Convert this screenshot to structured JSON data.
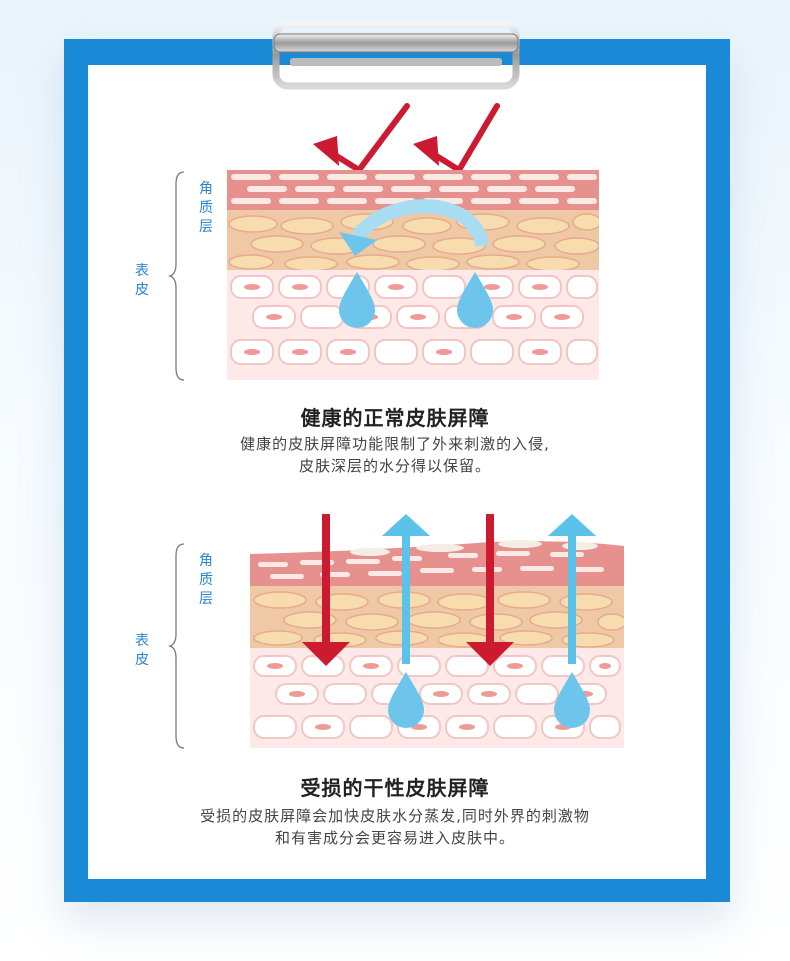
{
  "healthy": {
    "layer_top_label": "角质层",
    "layer_side_label": "表皮",
    "title": "健康的正常皮肤屏障",
    "desc_line1": "健康的皮肤屏障功能限制了外来刺激的入侵,",
    "desc_line2": "皮肤深层的水分得以保留。"
  },
  "damaged": {
    "layer_top_label": "角质层",
    "layer_side_label": "表皮",
    "title": "受损的干性皮肤屏障",
    "desc_line1": "受损的皮肤屏障会加快皮肤水分蒸发,同时外界的刺激物",
    "desc_line2": "和有害成分会更容易进入皮肤中。"
  },
  "colors": {
    "board": "#1b8ad6",
    "label": "#2a86d2",
    "arrow_red": "#cc1a30",
    "arrow_blue": "#5bc2ea",
    "droplet": "#6ec5ec"
  }
}
